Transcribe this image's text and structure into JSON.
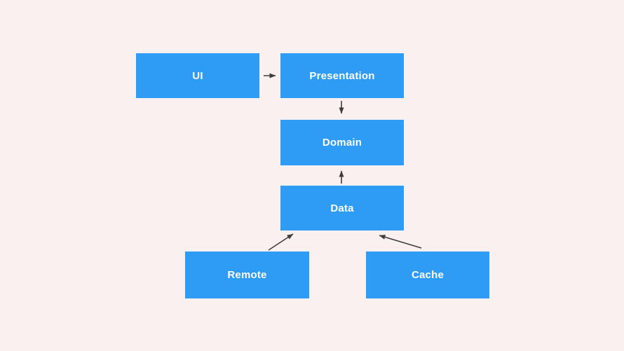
{
  "diagram": {
    "type": "architecture-flow",
    "nodes": [
      {
        "id": "ui",
        "label": "UI"
      },
      {
        "id": "presentation",
        "label": "Presentation"
      },
      {
        "id": "domain",
        "label": "Domain"
      },
      {
        "id": "data",
        "label": "Data"
      },
      {
        "id": "remote",
        "label": "Remote"
      },
      {
        "id": "cache",
        "label": "Cache"
      }
    ],
    "edges": [
      {
        "from": "ui",
        "to": "presentation",
        "direction": "right"
      },
      {
        "from": "presentation",
        "to": "domain",
        "direction": "down"
      },
      {
        "from": "data",
        "to": "domain",
        "direction": "up"
      },
      {
        "from": "remote",
        "to": "data",
        "direction": "up-right"
      },
      {
        "from": "cache",
        "to": "data",
        "direction": "up-left"
      }
    ]
  },
  "colors": {
    "background": "#faf0ef",
    "node-fill": "#2e9bf5",
    "node-text": "#ffffff",
    "arrow": "#3d3d3d"
  }
}
